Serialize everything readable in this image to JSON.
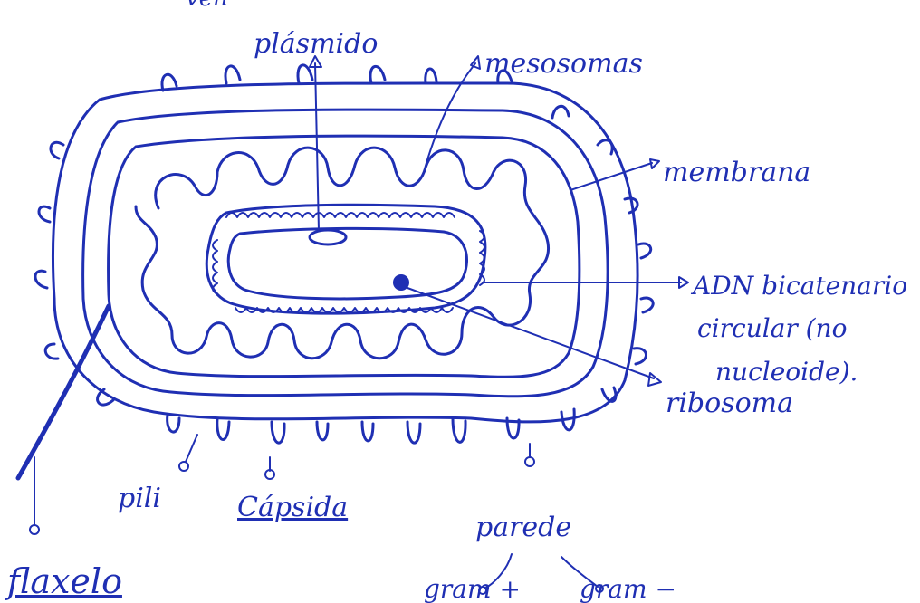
{
  "diagram": {
    "ink_color": "#1f2fb3",
    "labels": {
      "top_fragment": "ven",
      "plasmid": "plásmido",
      "mesosomes": "mesosomas",
      "membrane": "membrana",
      "dna_line1": "ADN bicatenario",
      "dna_line2": "circular (no",
      "dna_line3": "nucleoide).",
      "ribosome": "ribosoma",
      "pili": "pili",
      "capsule": "Cápsida",
      "wall": "parede",
      "gram_pos": "gram +",
      "gram_neg": "gram −",
      "flagellum": "flaxelo"
    }
  }
}
